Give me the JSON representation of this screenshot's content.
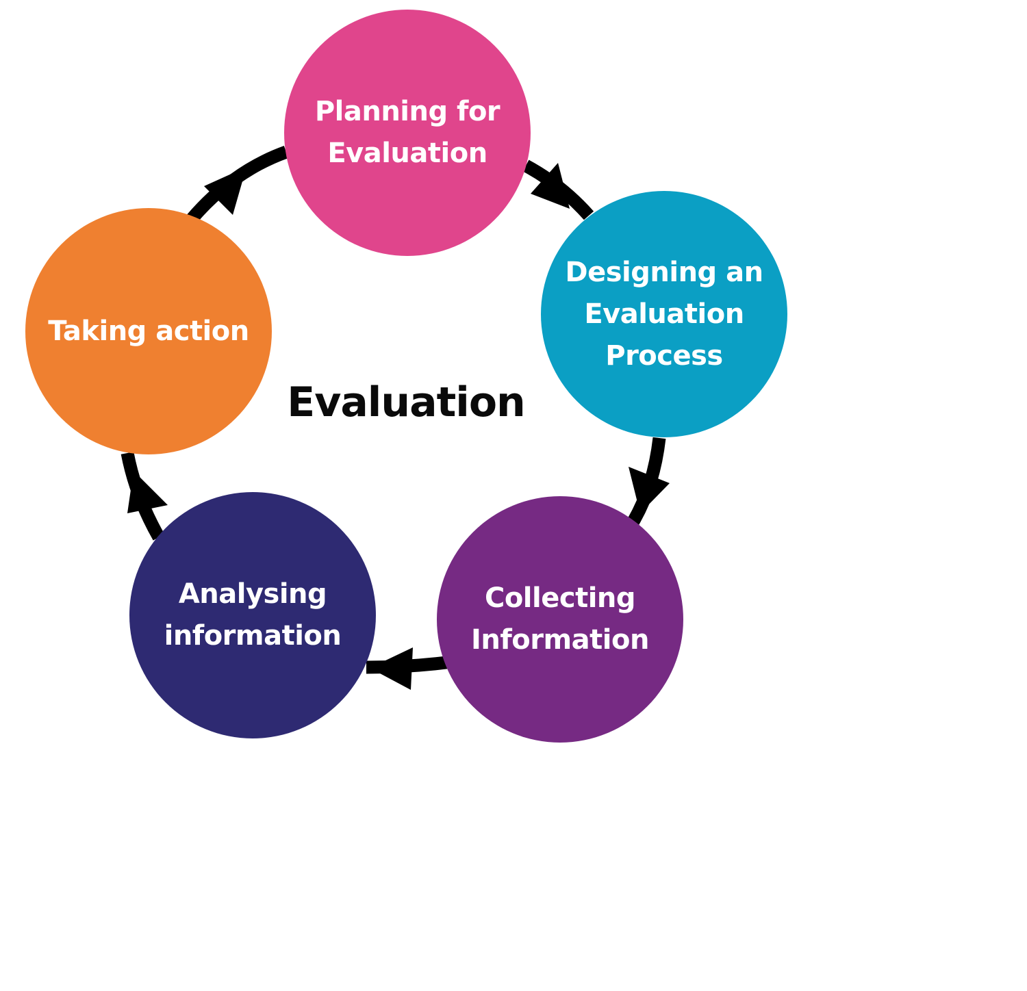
{
  "diagram": {
    "center_label": "Evaluation",
    "steps": [
      {
        "id": "planning",
        "label": "Planning for\nEvaluation",
        "color": "#e0458c"
      },
      {
        "id": "designing",
        "label": "Designing an\nEvaluation\nProcess",
        "color": "#0b9fc4"
      },
      {
        "id": "collecting",
        "label": "Collecting\nInformation",
        "color": "#762a83"
      },
      {
        "id": "analysing",
        "label": "Analysing\ninformation",
        "color": "#2e2a72"
      },
      {
        "id": "taking",
        "label": "Taking action",
        "color": "#ef8030"
      }
    ],
    "arrow_color": "#000000",
    "flow": "clockwise"
  }
}
